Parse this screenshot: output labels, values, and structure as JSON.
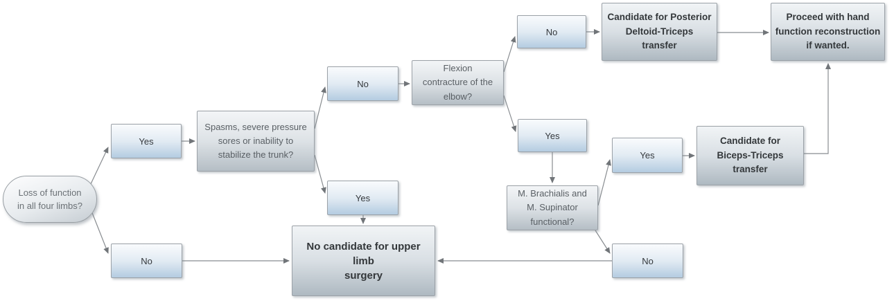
{
  "diagram": {
    "nodes": {
      "start": {
        "label": "Loss of function\nin all four limbs?"
      },
      "yes1": {
        "label": "Yes"
      },
      "no1": {
        "label": "No"
      },
      "spasms": {
        "label": "Spasms, severe pressure\nsores or inability to\nstabilize the trunk?"
      },
      "no2": {
        "label": "No"
      },
      "yes2": {
        "label": "Yes"
      },
      "flexion": {
        "label": "Flexion\ncontracture of the\nelbow?"
      },
      "no3": {
        "label": "No"
      },
      "yes3": {
        "label": "Yes"
      },
      "deltoid": {
        "label": "Candidate for Posterior\nDeltoid-Triceps\ntransfer"
      },
      "proceed": {
        "label": "Proceed with hand\nfunction reconstruction\nif wanted."
      },
      "brachialis": {
        "label": "M. Brachialis and\nM. Supinator\nfunctional?"
      },
      "yes4": {
        "label": "Yes"
      },
      "biceps": {
        "label": "Candidate for\nBiceps-Triceps\ntransfer"
      },
      "no4": {
        "label": "No"
      },
      "no_candidate": {
        "label": "No candidate for upper limb\nsurgery"
      }
    },
    "colors": {
      "answer_box_top": "#f9fbfd",
      "answer_box_bottom": "#b4cce1",
      "question_box_top": "#f3f5f7",
      "question_box_bottom": "#b5bec5",
      "result_box_top": "#f1f4f6",
      "result_box_bottom": "#aeb9c1",
      "terminator_top": "#fdfdfe",
      "terminator_bottom": "#c5ccd2",
      "box_border": "#9ba1a7",
      "connector": "#888c90",
      "question_text": "#595f64",
      "answer_text": "#34383c",
      "result_text": "#33373a",
      "terminator_text": "#6b7176",
      "background": "#ffffff"
    }
  }
}
